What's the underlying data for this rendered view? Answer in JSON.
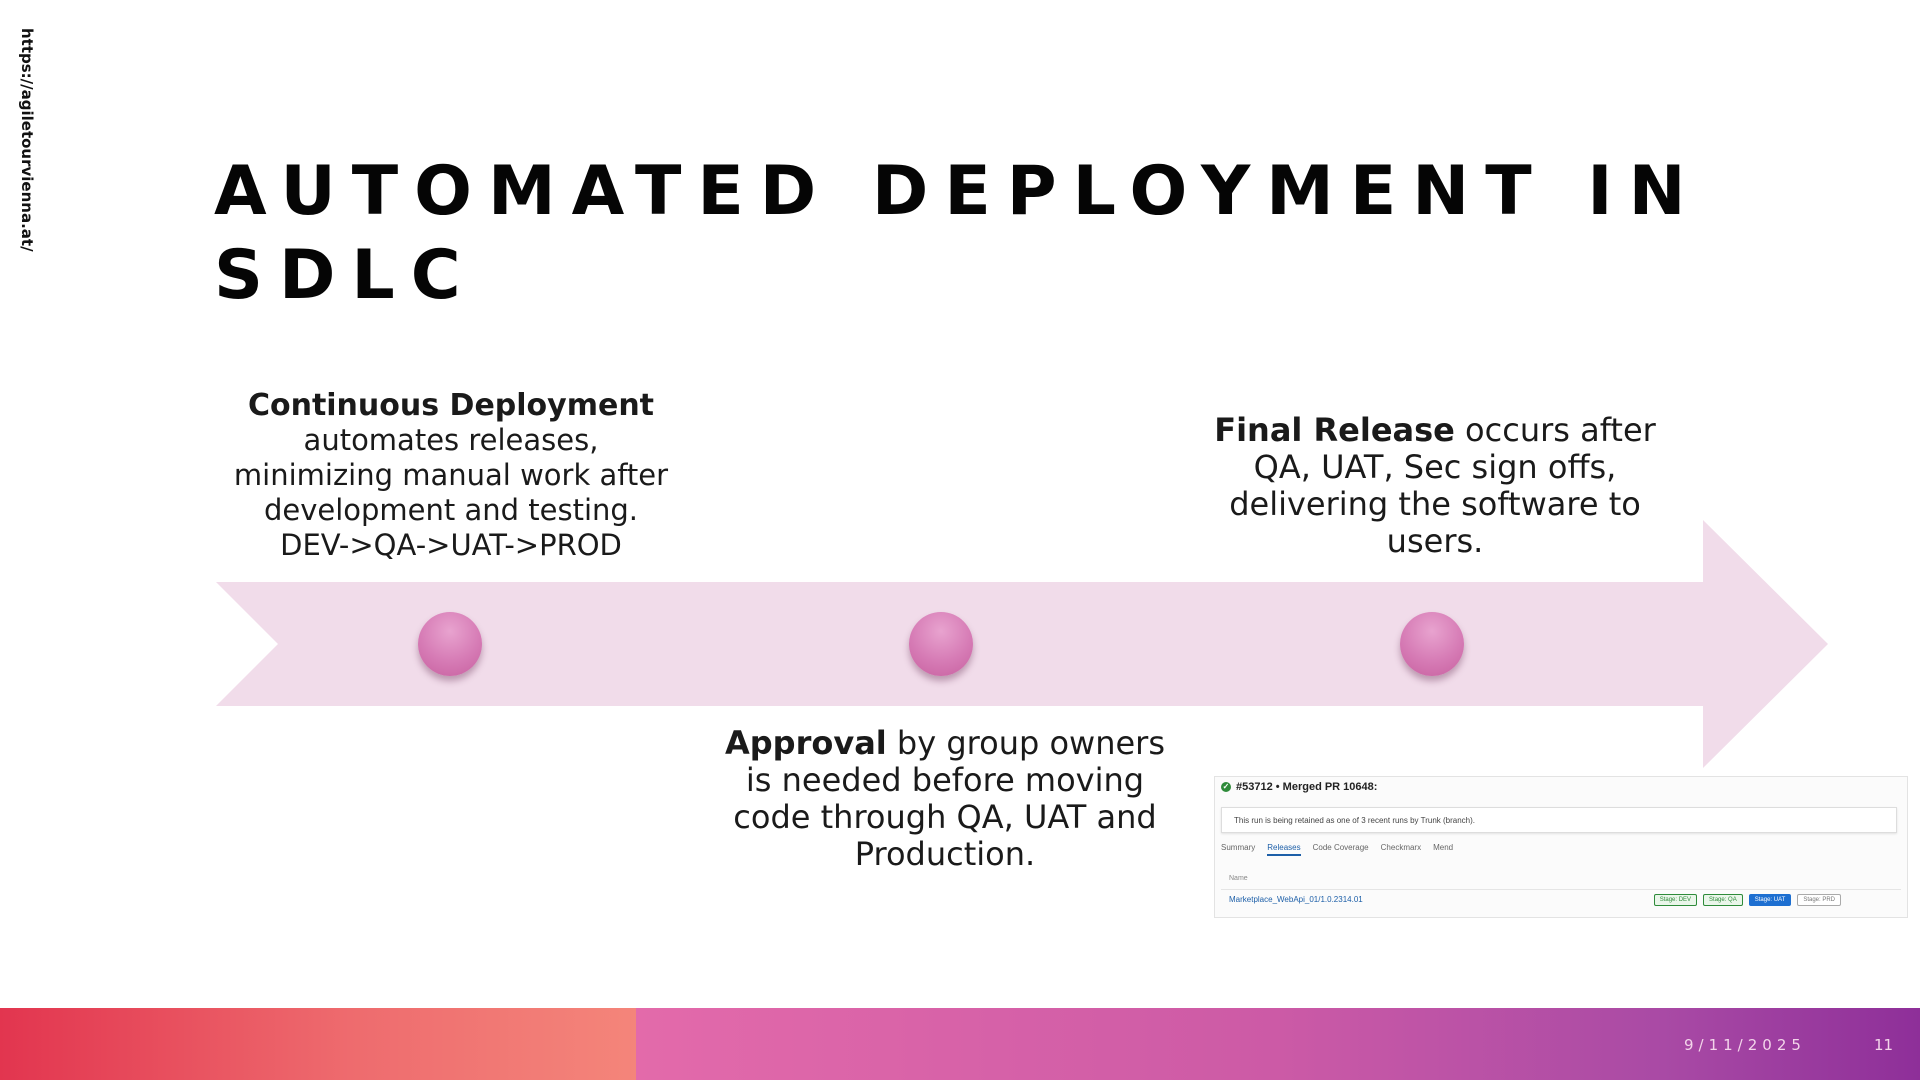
{
  "side_url": "https://agiletourvienna.at/",
  "title": "AUTOMATED DEPLOYMENT IN SDLC",
  "colors": {
    "arrow": "#f1dcea",
    "dot": "#d67bb5",
    "footer_left": "#e2354f",
    "footer_right": "#8e2f99"
  },
  "timeline": {
    "step1": {
      "bold": "Continuous Deployment",
      "text": "automates releases, minimizing manual work after development and testing.",
      "flow": "DEV->QA->UAT->PROD"
    },
    "step2": {
      "bold": "Approval",
      "text": "by group owners is needed before moving code through QA, UAT and Production."
    },
    "step3": {
      "bold": "Final Release",
      "text": "occurs after QA, UAT, Sec sign offs, delivering the software to users."
    }
  },
  "screenshot": {
    "run_title": "#53712 • Merged PR 10648:",
    "notice": "This run is being retained as one of 3 recent runs by Trunk (branch).",
    "tabs": [
      "Summary",
      "Releases",
      "Code Coverage",
      "Checkmarx",
      "Mend"
    ],
    "active_tab": "Releases",
    "column_header": "Name",
    "row_name": "Marketplace_WebApi_01/1.0.2314.01",
    "stages": [
      "Stage: DEV",
      "Stage: QA",
      "Stage: UAT",
      "Stage: PRD"
    ],
    "stage_states": [
      "succeeded",
      "succeeded",
      "in-progress",
      "pending"
    ]
  },
  "footer": {
    "date": "9/11/2025",
    "page": "11"
  }
}
